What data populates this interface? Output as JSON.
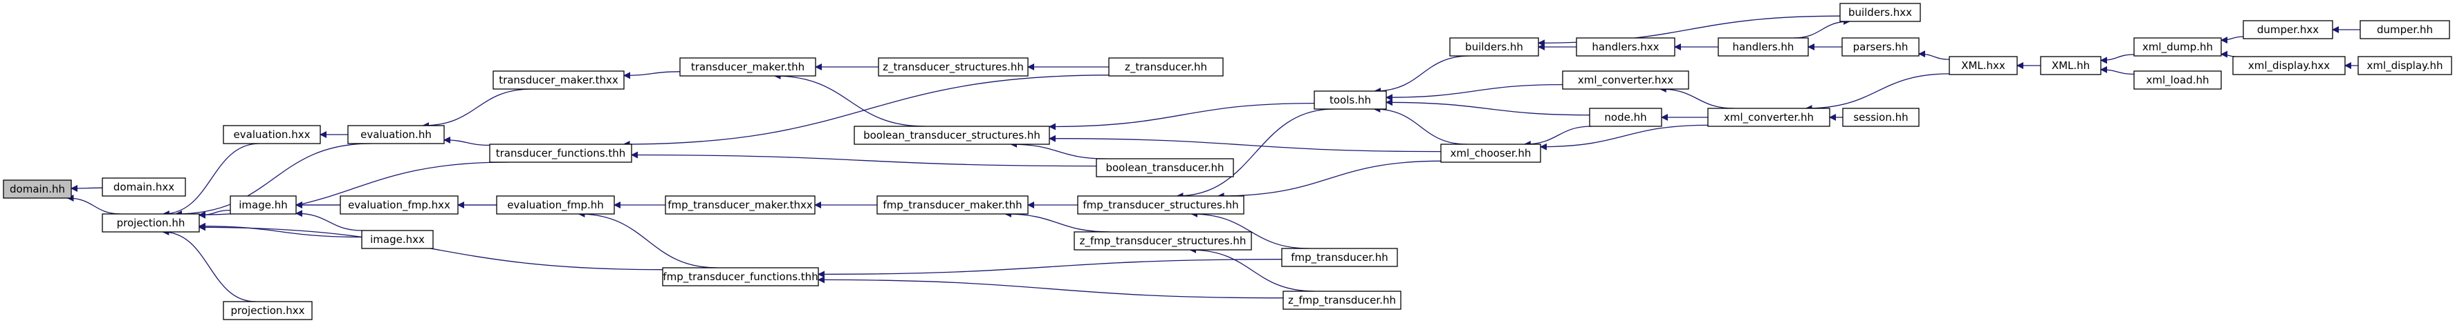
{
  "root": "domain.hh",
  "nodes": [
    {
      "id": "domain_hh",
      "label": "domain.hh",
      "root": true
    },
    {
      "id": "domain_hxx",
      "label": "domain.hxx"
    },
    {
      "id": "projection_hh",
      "label": "projection.hh"
    },
    {
      "id": "projection_hxx",
      "label": "projection.hxx"
    },
    {
      "id": "evaluation_hxx",
      "label": "evaluation.hxx"
    },
    {
      "id": "evaluation_hh",
      "label": "evaluation.hh"
    },
    {
      "id": "image_hh",
      "label": "image.hh"
    },
    {
      "id": "image_hxx",
      "label": "image.hxx"
    },
    {
      "id": "evaluation_fmp_hxx",
      "label": "evaluation_fmp.hxx"
    },
    {
      "id": "evaluation_fmp_hh",
      "label": "evaluation_fmp.hh"
    },
    {
      "id": "transducer_maker_thxx",
      "label": "transducer_maker.thxx"
    },
    {
      "id": "transducer_maker_thh",
      "label": "transducer_maker.thh"
    },
    {
      "id": "transducer_functions_thh",
      "label": "transducer_functions.thh"
    },
    {
      "id": "z_transducer_structures_hh",
      "label": "z_transducer_structures.hh"
    },
    {
      "id": "z_transducer_hh",
      "label": "z_transducer.hh"
    },
    {
      "id": "boolean_transducer_structures_hh",
      "label": "boolean_transducer_structures.hh"
    },
    {
      "id": "boolean_transducer_hh",
      "label": "boolean_transducer.hh"
    },
    {
      "id": "fmp_transducer_maker_thxx",
      "label": "fmp_transducer_maker.thxx"
    },
    {
      "id": "fmp_transducer_maker_thh",
      "label": "fmp_transducer_maker.thh"
    },
    {
      "id": "fmp_transducer_functions_thh",
      "label": "fmp_transducer_functions.thh"
    },
    {
      "id": "fmp_transducer_structures_hh",
      "label": "fmp_transducer_structures.hh"
    },
    {
      "id": "z_fmp_transducer_structures_hh",
      "label": "z_fmp_transducer_structures.hh"
    },
    {
      "id": "fmp_transducer_hh",
      "label": "fmp_transducer.hh"
    },
    {
      "id": "z_fmp_transducer_hh",
      "label": "z_fmp_transducer.hh"
    },
    {
      "id": "tools_hh",
      "label": "tools.hh"
    },
    {
      "id": "xml_chooser_hh",
      "label": "xml_chooser.hh"
    },
    {
      "id": "builders_hh",
      "label": "builders.hh"
    },
    {
      "id": "builders_hxx",
      "label": "builders.hxx"
    },
    {
      "id": "handlers_hxx",
      "label": "handlers.hxx"
    },
    {
      "id": "handlers_hh",
      "label": "handlers.hh"
    },
    {
      "id": "xml_converter_hxx",
      "label": "xml_converter.hxx"
    },
    {
      "id": "node_hh",
      "label": "node.hh"
    },
    {
      "id": "xml_converter_hh",
      "label": "xml_converter.hh"
    },
    {
      "id": "parsers_hh",
      "label": "parsers.hh"
    },
    {
      "id": "session_hh",
      "label": "session.hh"
    },
    {
      "id": "XML_hxx",
      "label": "XML.hxx"
    },
    {
      "id": "XML_hh",
      "label": "XML.hh"
    },
    {
      "id": "xml_dump_hh",
      "label": "xml_dump.hh"
    },
    {
      "id": "xml_load_hh",
      "label": "xml_load.hh"
    },
    {
      "id": "dumper_hxx",
      "label": "dumper.hxx"
    },
    {
      "id": "dumper_hh",
      "label": "dumper.hh"
    },
    {
      "id": "xml_display_hxx",
      "label": "xml_display.hxx"
    },
    {
      "id": "xml_display_hh",
      "label": "xml_display.hh"
    }
  ],
  "edges": [
    {
      "from": "domain_hxx",
      "to": "domain_hh"
    },
    {
      "from": "projection_hh",
      "to": "domain_hh"
    },
    {
      "from": "evaluation_hxx",
      "to": "projection_hh"
    },
    {
      "from": "evaluation_hh",
      "to": "projection_hh"
    },
    {
      "from": "transducer_functions_thh",
      "to": "projection_hh"
    },
    {
      "from": "image_hh",
      "to": "projection_hh"
    },
    {
      "from": "image_hxx",
      "to": "projection_hh"
    },
    {
      "from": "fmp_transducer_functions_thh",
      "to": "projection_hh"
    },
    {
      "from": "projection_hxx",
      "to": "projection_hh"
    },
    {
      "from": "evaluation_hh",
      "to": "evaluation_hxx"
    },
    {
      "from": "transducer_maker_thxx",
      "to": "evaluation_hh"
    },
    {
      "from": "transducer_functions_thh",
      "to": "evaluation_hh"
    },
    {
      "from": "transducer_maker_thh",
      "to": "transducer_maker_thxx"
    },
    {
      "from": "z_transducer_structures_hh",
      "to": "transducer_maker_thh"
    },
    {
      "from": "boolean_transducer_structures_hh",
      "to": "transducer_maker_thh"
    },
    {
      "from": "z_transducer_hh",
      "to": "z_transducer_structures_hh"
    },
    {
      "from": "z_transducer_hh",
      "to": "transducer_functions_thh"
    },
    {
      "from": "boolean_transducer_hh",
      "to": "transducer_functions_thh"
    },
    {
      "from": "tools_hh",
      "to": "boolean_transducer_structures_hh"
    },
    {
      "from": "boolean_transducer_hh",
      "to": "boolean_transducer_structures_hh"
    },
    {
      "from": "xml_chooser_hh",
      "to": "boolean_transducer_structures_hh"
    },
    {
      "from": "evaluation_fmp_hxx",
      "to": "image_hh"
    },
    {
      "from": "image_hxx",
      "to": "image_hh"
    },
    {
      "from": "evaluation_fmp_hh",
      "to": "image_hh"
    },
    {
      "from": "evaluation_fmp_hh",
      "to": "evaluation_fmp_hxx"
    },
    {
      "from": "fmp_transducer_maker_thxx",
      "to": "evaluation_fmp_hh"
    },
    {
      "from": "fmp_transducer_functions_thh",
      "to": "evaluation_fmp_hh"
    },
    {
      "from": "fmp_transducer_maker_thh",
      "to": "fmp_transducer_maker_thxx"
    },
    {
      "from": "fmp_transducer_structures_hh",
      "to": "fmp_transducer_maker_thh"
    },
    {
      "from": "z_fmp_transducer_structures_hh",
      "to": "fmp_transducer_maker_thh"
    },
    {
      "from": "fmp_transducer_hh",
      "to": "fmp_transducer_functions_thh"
    },
    {
      "from": "z_fmp_transducer_hh",
      "to": "fmp_transducer_functions_thh"
    },
    {
      "from": "tools_hh",
      "to": "fmp_transducer_structures_hh"
    },
    {
      "from": "xml_chooser_hh",
      "to": "fmp_transducer_structures_hh"
    },
    {
      "from": "fmp_transducer_hh",
      "to": "fmp_transducer_structures_hh"
    },
    {
      "from": "z_fmp_transducer_hh",
      "to": "z_fmp_transducer_structures_hh"
    },
    {
      "from": "builders_hh",
      "to": "tools_hh"
    },
    {
      "from": "xml_converter_hxx",
      "to": "tools_hh"
    },
    {
      "from": "node_hh",
      "to": "tools_hh"
    },
    {
      "from": "xml_chooser_hh",
      "to": "tools_hh"
    },
    {
      "from": "node_hh",
      "to": "xml_chooser_hh"
    },
    {
      "from": "xml_converter_hh",
      "to": "xml_chooser_hh"
    },
    {
      "from": "handlers_hxx",
      "to": "builders_hh"
    },
    {
      "from": "builders_hxx",
      "to": "builders_hh"
    },
    {
      "from": "handlers_hh",
      "to": "handlers_hxx"
    },
    {
      "from": "handlers_hh",
      "to": "builders_hxx"
    },
    {
      "from": "parsers_hh",
      "to": "handlers_hh"
    },
    {
      "from": "xml_converter_hh",
      "to": "xml_converter_hxx"
    },
    {
      "from": "xml_converter_hh",
      "to": "node_hh"
    },
    {
      "from": "XML_hxx",
      "to": "xml_converter_hh"
    },
    {
      "from": "session_hh",
      "to": "xml_converter_hh"
    },
    {
      "from": "XML_hxx",
      "to": "parsers_hh"
    },
    {
      "from": "XML_hh",
      "to": "XML_hxx"
    },
    {
      "from": "xml_dump_hh",
      "to": "XML_hh"
    },
    {
      "from": "xml_load_hh",
      "to": "XML_hh"
    },
    {
      "from": "dumper_hxx",
      "to": "xml_dump_hh"
    },
    {
      "from": "xml_display_hxx",
      "to": "xml_dump_hh"
    },
    {
      "from": "dumper_hh",
      "to": "dumper_hxx"
    },
    {
      "from": "xml_display_hh",
      "to": "xml_display_hxx"
    }
  ]
}
